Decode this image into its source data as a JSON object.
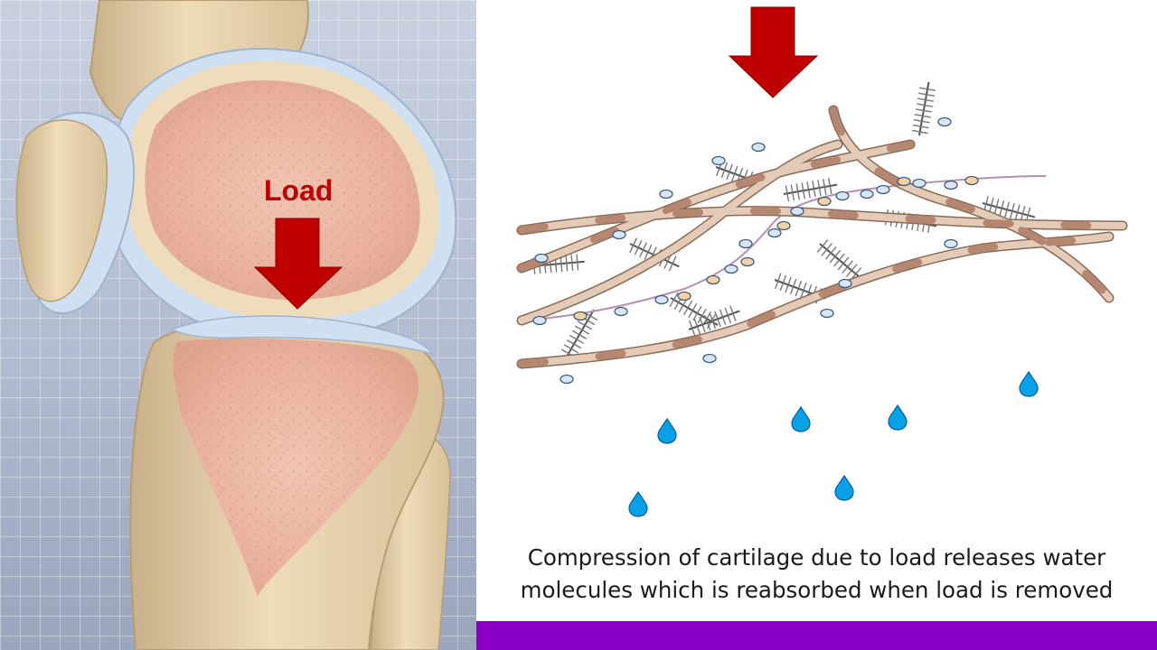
{
  "left_panel": {
    "load_label": "Load"
  },
  "caption": {
    "line1": "Compression of cartilage due to load releases water",
    "line2": "molecules which is reabsorbed when load is removed"
  },
  "colors": {
    "arrow": "#c00000",
    "water_drop": "#0aa0e6",
    "footer_bar": "#8a00c4",
    "collagen_fiber": "#d8baa3",
    "cartilage": "#cfe0f2"
  }
}
